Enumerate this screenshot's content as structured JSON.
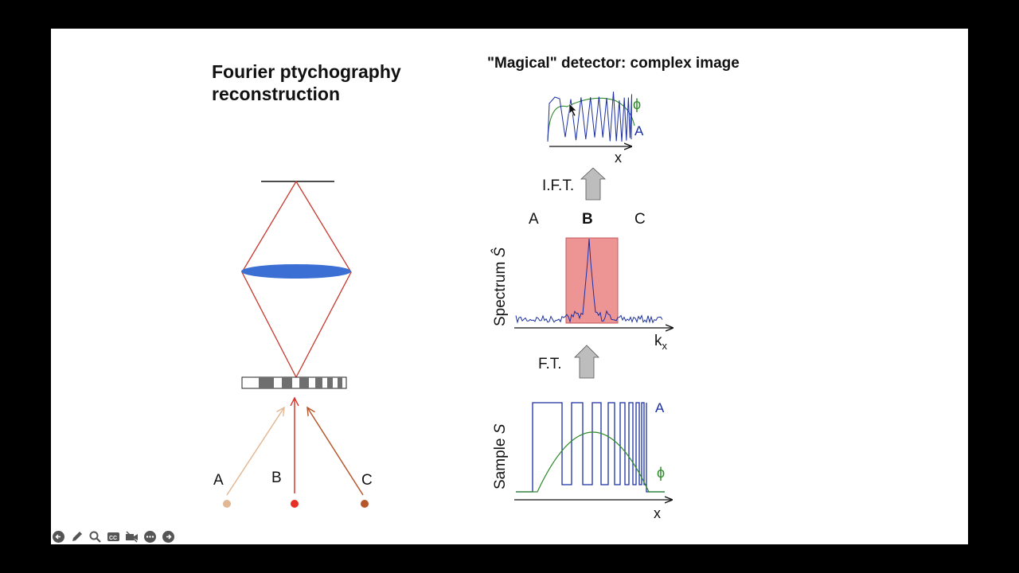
{
  "slide": {
    "title_line1": "Fourier ptychography",
    "title_line2": "reconstruction",
    "detector_title": "\"Magical\" detector: complex image"
  },
  "left_diagram": {
    "led_labels": [
      "A",
      "B",
      "C"
    ],
    "led_colors": [
      "#e2b894",
      "#e63026",
      "#b5562b"
    ],
    "ray_color": "#c8372d",
    "lens_color": "#3b6fd4"
  },
  "right_diagram": {
    "top_plot": {
      "phi_label": "ϕ",
      "amp_label": "A",
      "x_label": "x"
    },
    "ift_label": "I.F.T.",
    "spectrum": {
      "region_labels": [
        "A",
        "B",
        "C"
      ],
      "ylabel": "Spectrum",
      "ysymbol": "Ŝ",
      "xlabel": "k",
      "xlabel_sub": "x"
    },
    "ft_label": "F.T.",
    "sample": {
      "ylabel": "Sample",
      "ysymbol": "S",
      "amp_label": "A",
      "phi_label": "ϕ",
      "x_label": "x"
    },
    "amp_color": "#1b2fa3",
    "phase_color": "#2f8a2a",
    "highlight_color": "#e87a7a"
  },
  "toolbar": {
    "icons": [
      "back-arrow-icon",
      "pen-icon",
      "zoom-icon",
      "captions-icon",
      "video-off-icon",
      "more-icon",
      "forward-arrow-icon"
    ]
  }
}
